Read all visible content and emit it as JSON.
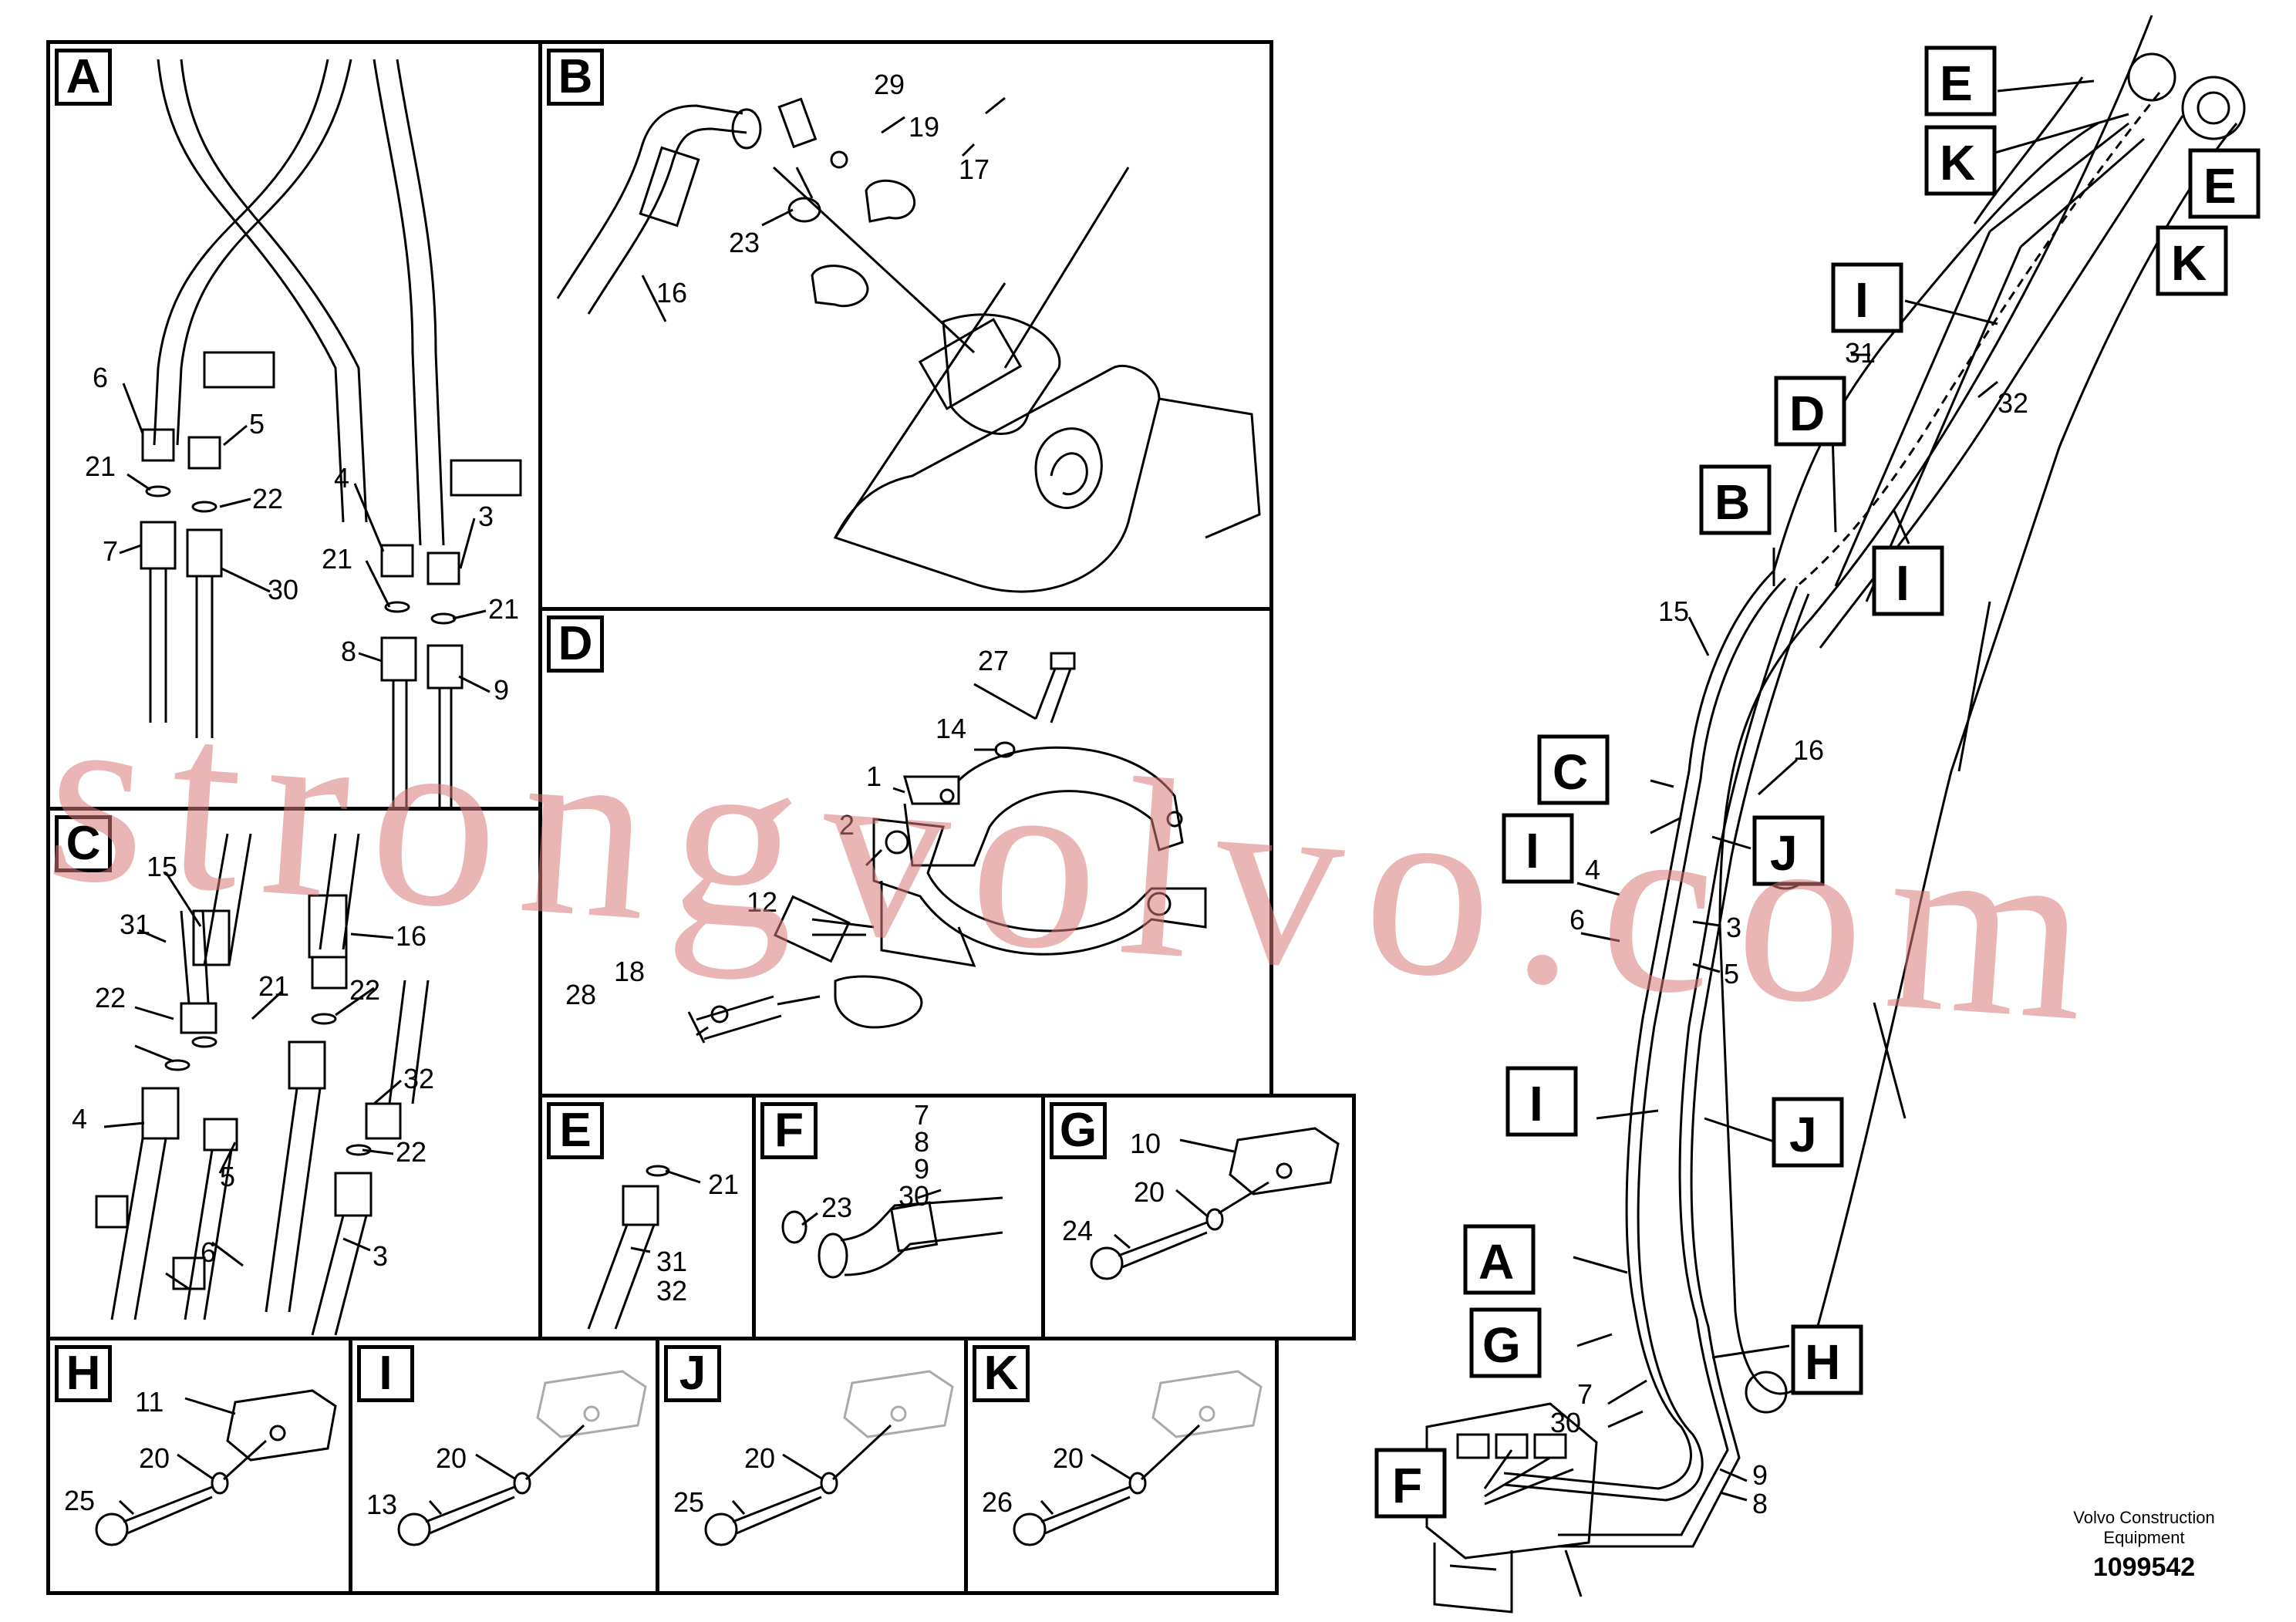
{
  "panels": {
    "A": {
      "label": "A",
      "parts": [
        "6",
        "5",
        "21",
        "22",
        "7",
        "30",
        "4",
        "3",
        "21",
        "21",
        "8",
        "9"
      ]
    },
    "B": {
      "label": "B",
      "parts": [
        "29",
        "19",
        "17",
        "23",
        "16"
      ]
    },
    "C": {
      "label": "C",
      "parts": [
        "15",
        "31",
        "16",
        "22",
        "21",
        "22",
        "4",
        "5",
        "32",
        "22",
        "6",
        "3"
      ]
    },
    "D": {
      "label": "D",
      "parts": [
        "27",
        "14",
        "1",
        "2",
        "12",
        "18",
        "28"
      ]
    },
    "E": {
      "label": "E",
      "parts": [
        "21",
        "31",
        "32"
      ]
    },
    "F": {
      "label": "F",
      "parts": [
        "7",
        "8",
        "9",
        "30",
        "23"
      ]
    },
    "G": {
      "label": "G",
      "parts": [
        "10",
        "20",
        "24"
      ]
    },
    "H": {
      "label": "H",
      "parts": [
        "11",
        "20",
        "25"
      ]
    },
    "I": {
      "label": "I",
      "parts": [
        "20",
        "13"
      ]
    },
    "J": {
      "label": "J",
      "parts": [
        "20",
        "25"
      ]
    },
    "K": {
      "label": "K",
      "parts": [
        "20",
        "26"
      ]
    }
  },
  "overview": {
    "callouts": [
      "E",
      "K",
      "E",
      "K",
      "I",
      "D",
      "B",
      "I",
      "C",
      "I",
      "J",
      "I",
      "J",
      "A",
      "G",
      "H",
      "F"
    ],
    "parts": [
      "31",
      "32",
      "15",
      "16",
      "4",
      "6",
      "3",
      "5",
      "7",
      "30",
      "9",
      "8"
    ]
  },
  "watermark": "strongvolvo.com",
  "credit": {
    "line1": "Volvo Construction",
    "line2": "Equipment"
  },
  "document_number": "1099542"
}
